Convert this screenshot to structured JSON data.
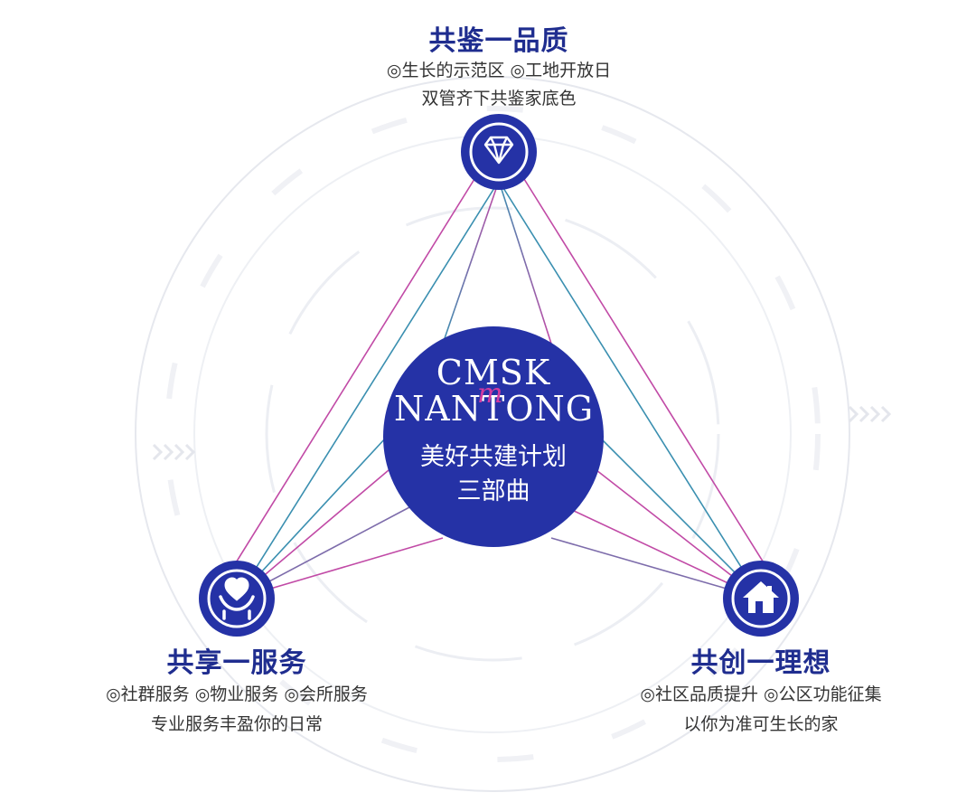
{
  "center": {
    "logo_line1": "CMSK",
    "logo_script": "m",
    "logo_line2": "NANTONG",
    "title_line1": "美好共建计划",
    "title_line2": "三部曲"
  },
  "nodes": {
    "top": {
      "title": "共鉴一品质",
      "line1": "◎生长的示范区  ◎工地开放日",
      "line2": "双管齐下共鉴家底色",
      "icon": "diamond-icon"
    },
    "left": {
      "title": "共享一服务",
      "line1": "◎社群服务  ◎物业服务  ◎会所服务",
      "line2": "专业服务丰盈你的日常",
      "icon": "heart-hands-icon"
    },
    "right": {
      "title": "共创一理想",
      "line1": "◎社区品质提升  ◎公区功能征集",
      "line2": "以你为准可生长的家",
      "icon": "house-icon"
    }
  },
  "colors": {
    "node_blue": "#1f2d8f",
    "circle_blue": "#2532a6",
    "line_teal": "#3a8fb0",
    "line_pink": "#c14aa6"
  }
}
